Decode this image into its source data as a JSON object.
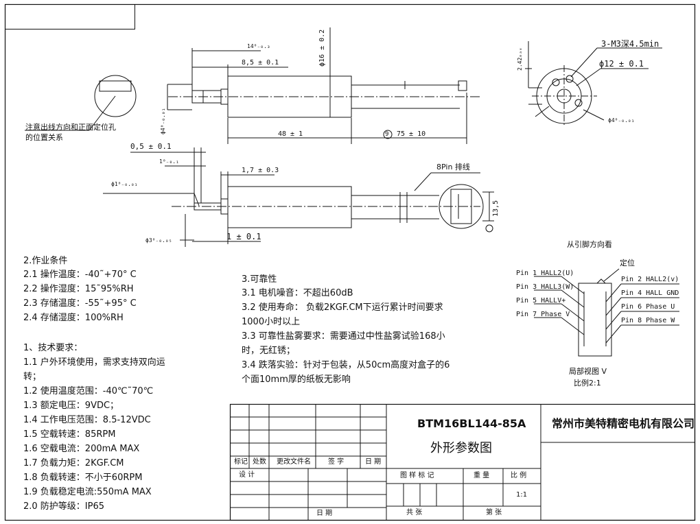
{
  "drawing": {
    "callout_note": "注意出线方向和正面定位孔\n的位置关系",
    "dims": {
      "d14": "14⁰₋₀.₃",
      "d85": "8,5 ± 0.1",
      "d16": "ϕ16 ± 0.2",
      "d48": "48 ± 1",
      "d75_num": "9",
      "d75": "75 ± 10",
      "d4": "ϕ4⁰₋₀.₀₁",
      "d05": "0,5 ± 0.1",
      "d1t": "1⁰₋₀.₁",
      "d17": "1,7 ± 0.3",
      "d1phi": "ϕ1⁰₋₀.₀₁",
      "d3phi": "ϕ3⁰₋₀.₀₅",
      "d1": "1 ± 0.1",
      "d135": "13,5",
      "pin_cable": "8Pin 排线",
      "m3": "3-M3深4.5min",
      "d12": "ϕ12 ± 0.1",
      "d242": "2.42ₘₐₓ",
      "d4r": "ϕ4⁰₋₀.₀₁"
    },
    "view_note": "从引脚方向看",
    "locate": "定位",
    "pins_left": [
      "Pin 1 HALL2(U)",
      "Pin 3 HALL3(W)",
      "Pin 5 HALLV+",
      "Pin 7 Phase V"
    ],
    "pins_right": [
      "Pin 2 HALL2(v)",
      "Pin 4 HALL GND",
      "Pin 6 Phase U",
      "Pin 8 Phase W"
    ],
    "partial_view": "局部视图 V",
    "scale_note": "比例2:1"
  },
  "conditions": {
    "title": "2.作业条件",
    "items": [
      "2.1 操作温度：-40˜+70° C",
      "2.2 操作湿度：15˜95%RH",
      "2.3 存储温度：-55˜+95° C",
      "2.4 存储湿度：100%RH"
    ]
  },
  "tech": {
    "title": "1、技术要求：",
    "items": [
      "1.1 户外环境使用，需求支持双向运",
      "转；",
      "1.2 使用温度范围：-40℃˜70℃",
      "1.3 额定电压：9VDC；",
      "1.4 工作电压范围：8.5-12VDC",
      "1.5 空载转速：85RPM",
      "1.6 空载电流：200mA MAX",
      "1.7 负载力矩：2KGF.CM",
      "1.8 负载转速：不小于60RPM",
      "1.9 负载稳定电流:550mA MAX",
      "2.0 防护等级：IP65"
    ]
  },
  "reliability": {
    "title": "3.可靠性",
    "items": [
      "3.1 电机噪音：不超出60dB",
      "3.2 使用寿命：  负载2KGF.CM下运行累计时间要求",
      "1000小时以上",
      "3.3 可靠性盐雾要求：需要通过中性盐雾试验168小",
      "时，无红锈；",
      "3.4 跌落实验：针对于包装，从50cm高度对盒子的6",
      "个面10mm厚的纸板无影响"
    ]
  },
  "titleblock": {
    "model": "BTM16BL144-85A",
    "drawing_name": "外形参数图",
    "company": "常州市美特精密电机有限公司",
    "rev_headers": [
      "标记",
      "处数",
      "更改文件名",
      "签  字",
      "日  期"
    ],
    "design": "设  计",
    "date": "日  期",
    "right_headers": [
      "图  样  标  记",
      "重  量",
      "比  例"
    ],
    "scale_val": "1:1",
    "total": "共          张",
    "sheet": "第          张"
  }
}
